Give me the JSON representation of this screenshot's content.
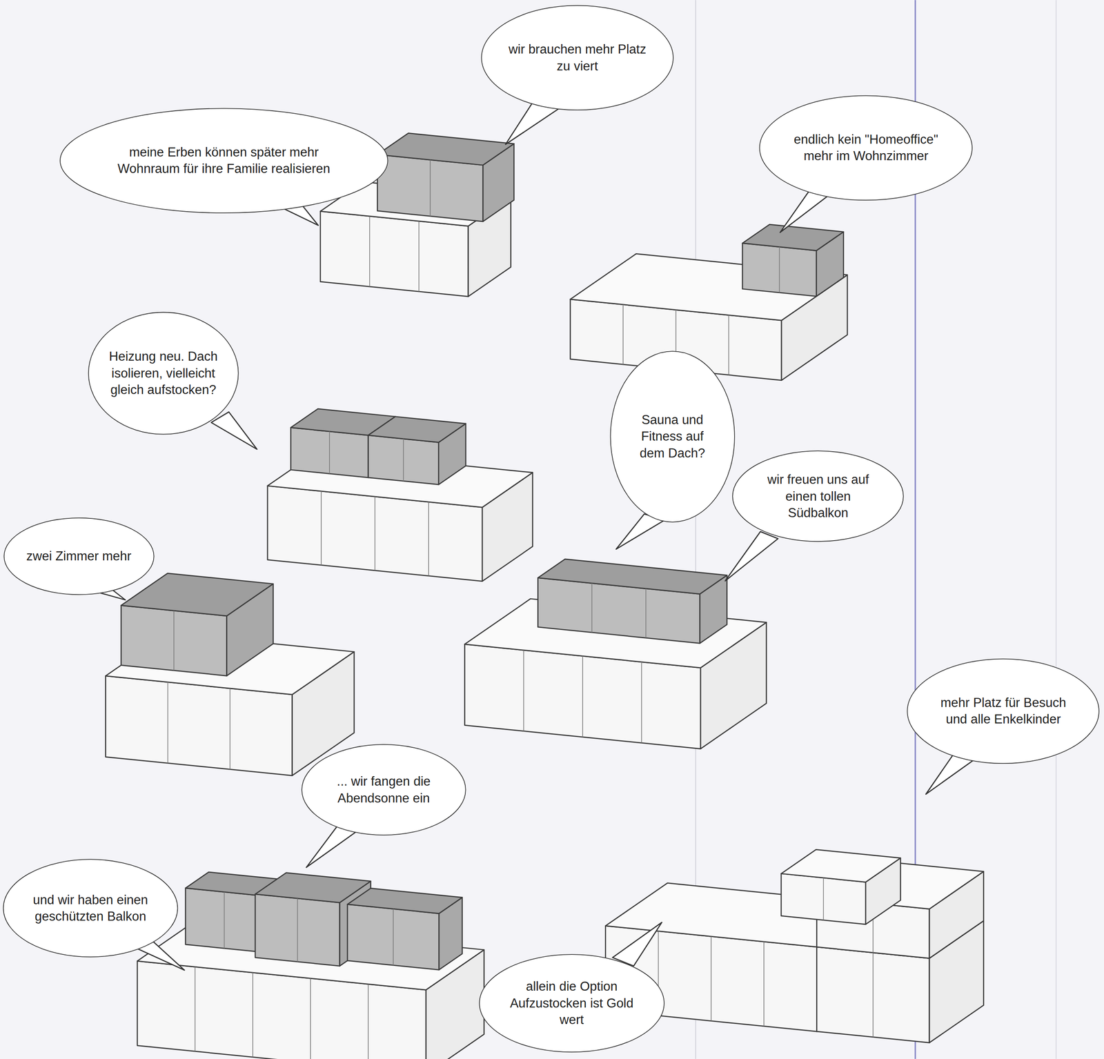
{
  "diagram": {
    "nodes": [
      {
        "text": [
          "wir brauchen mehr Platz zu viert"
        ]
      },
      {
        "text": [
          "meine Erben können später mehr Wohnraum für ihre Familie realisieren"
        ]
      },
      {
        "text": [
          "endlich kein \"Homeoffice\" mehr im Wohnzimmer"
        ]
      },
      {
        "text": [
          "Heizung neu. Dach isolieren, vielleicht gleich aufstocken?"
        ]
      },
      {
        "text": [
          "Sauna und Fitness auf dem Dach?"
        ]
      },
      {
        "text": [
          "wir freuen uns auf einen tollen Südbalkon"
        ]
      },
      {
        "text": [
          "zwei Zimmer mehr"
        ]
      },
      {
        "text": [
          "mehr Platz für Besuch und alle Enkelkinder"
        ]
      },
      {
        "text": [
          "... wir fangen die Abendsonne ein"
        ]
      },
      {
        "text": [
          "und wir haben einen geschützten Balkon"
        ]
      },
      {
        "text": [
          "allein die Option Aufzustocken ist Gold wert"
        ]
      }
    ]
  }
}
